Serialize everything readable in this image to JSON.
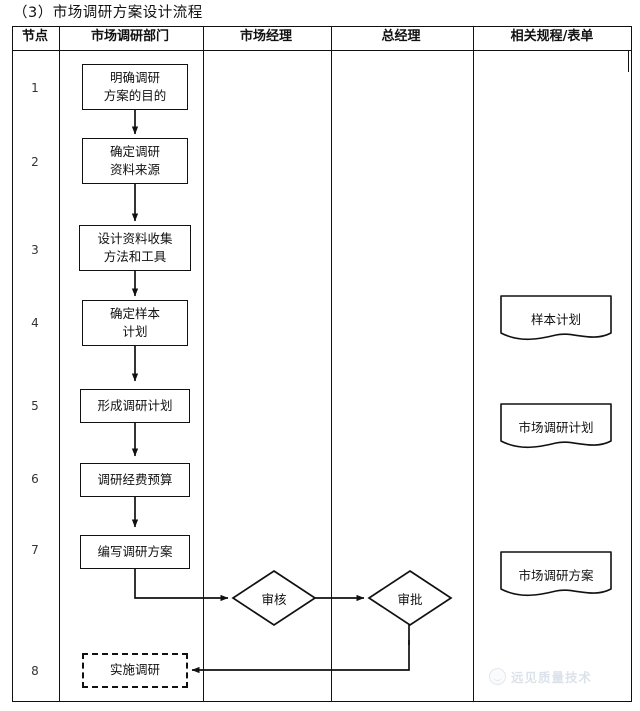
{
  "document": {
    "title": "（3）市场调研方案设计流程"
  },
  "table": {
    "headers": [
      {
        "key": "node",
        "label": "节点"
      },
      {
        "key": "dept",
        "label": "市场调研部门"
      },
      {
        "key": "manager",
        "label": "市场经理"
      },
      {
        "key": "gm",
        "label": "总经理"
      },
      {
        "key": "docs",
        "label": "相关规程/表单"
      }
    ],
    "node_numbers": [
      "1",
      "2",
      "3",
      "4",
      "5",
      "6",
      "7",
      "8"
    ]
  },
  "flow": {
    "process_boxes": [
      {
        "id": "n1",
        "lines": [
          "明确调研",
          "方案的目的"
        ],
        "style": "solid"
      },
      {
        "id": "n2",
        "lines": [
          "确定调研",
          "资料来源"
        ],
        "style": "solid"
      },
      {
        "id": "n3",
        "lines": [
          "设计资料收集",
          "方法和工具"
        ],
        "style": "solid"
      },
      {
        "id": "n4",
        "lines": [
          "确定样本",
          "计划"
        ],
        "style": "solid"
      },
      {
        "id": "n5",
        "lines": [
          "形成调研计划"
        ],
        "style": "solid"
      },
      {
        "id": "n6",
        "lines": [
          "调研经费预算"
        ],
        "style": "solid"
      },
      {
        "id": "n7",
        "lines": [
          "编写调研方案"
        ],
        "style": "solid"
      },
      {
        "id": "n8",
        "lines": [
          "实施调研"
        ],
        "style": "dashed"
      }
    ],
    "decisions": [
      {
        "id": "d1",
        "label": "审核",
        "column": "市场经理"
      },
      {
        "id": "d2",
        "label": "审批",
        "column": "总经理"
      }
    ],
    "documents": [
      {
        "id": "doc1",
        "label": "样本计划"
      },
      {
        "id": "doc2",
        "label": "市场调研计划"
      },
      {
        "id": "doc3",
        "label": "市场调研方案"
      }
    ]
  },
  "watermark": {
    "text": "远见质量技术"
  },
  "colors": {
    "line": "#111111",
    "background": "#ffffff",
    "watermark": "#8aa2ba"
  }
}
